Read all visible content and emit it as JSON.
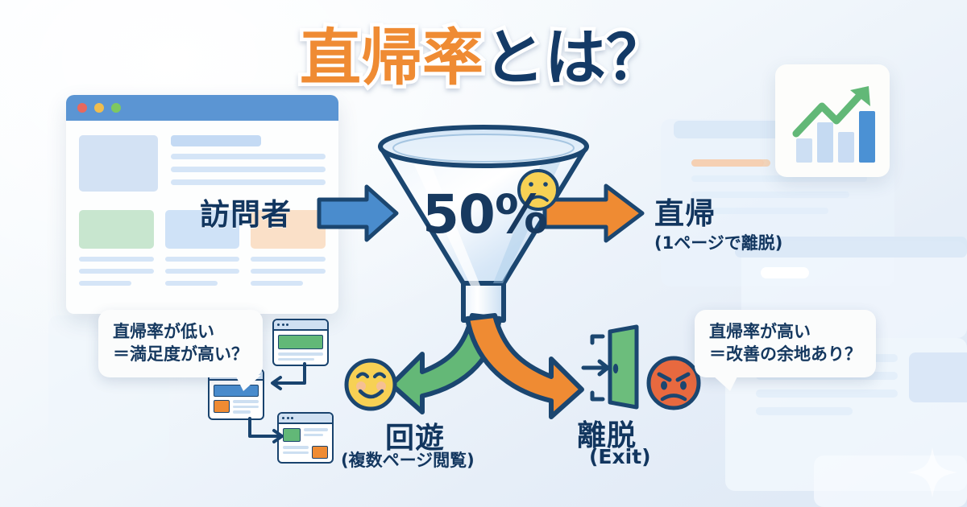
{
  "title": {
    "highlight": "直帰率",
    "rest": "とは？",
    "highlight_color": "#ef8b33",
    "rest_color": "#143a66"
  },
  "funnel": {
    "percent_label": "50%",
    "percent_value": 50,
    "face_icon": "sad-face-icon"
  },
  "labels": {
    "visitor": "訪問者",
    "bounce": "直帰",
    "bounce_sub": "(1ページで離脱)",
    "browse": "回遊",
    "browse_sub": "(複数ページ閲覧)",
    "exit": "離脱",
    "exit_sub": "(Exit)"
  },
  "bubbles": {
    "left_line1": "直帰率が低い",
    "left_line2": "＝満足度が高い？",
    "right_line1": "直帰率が高い",
    "right_line2": "＝改善の余地あり？"
  },
  "icons": {
    "smile": "smiling-face-icon",
    "angry": "angry-face-icon",
    "door": "exit-door-icon",
    "chart": "growth-chart-icon",
    "arrow_in": "blue-arrow-right-icon",
    "arrow_bounce": "orange-arrow-right-icon",
    "arrow_browse": "green-curved-arrow-icon",
    "arrow_exit": "orange-curved-arrow-icon"
  },
  "browser_window": {
    "dots": [
      "#e8685e",
      "#f0bd4e",
      "#7ec860"
    ],
    "titlebar_color": "#5b95d3",
    "tiles": [
      "#d3e2f4",
      "#c8e6cf",
      "#cfe2f7",
      "#fae0c8"
    ]
  },
  "chart_card": {
    "bar_values": [
      32,
      62,
      48,
      90
    ],
    "bar_colors": [
      "#cddff3",
      "#c5daf2",
      "#c9dcf3",
      "#4b91d4"
    ],
    "trend_color": "#62b877"
  },
  "palette": {
    "navy": "#19436e",
    "orange": "#ef8b33",
    "green": "#64b877",
    "blue": "#4a8ccd",
    "yellow": "#f7d154",
    "red": "#e8693f",
    "background": "#eaf2fa"
  }
}
